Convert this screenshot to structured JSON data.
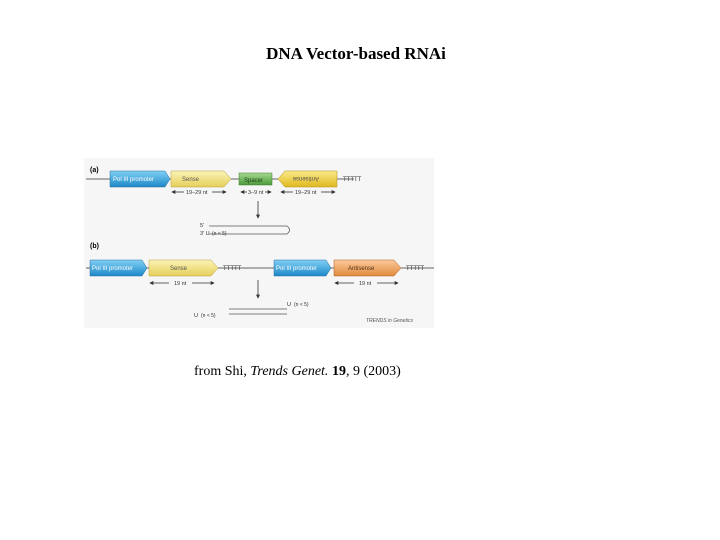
{
  "slide": {
    "title": "DNA Vector-based RNAi"
  },
  "figure": {
    "panel_a": {
      "label": "(a)",
      "promoter": "Pol III promoter",
      "sense": "Sense",
      "spacer": "Spacer",
      "antisense": "Antisense",
      "terminator": "TTTTT",
      "len_left": "19–29 nt",
      "len_spacer": "3–9 nt",
      "len_right": "19–29 nt",
      "hairpin_label": "3' U",
      "hairpin_n": "(n < 5)"
    },
    "panel_b": {
      "label": "(b)",
      "promoter1": "Pol III promoter",
      "sense": "Sense",
      "terminator1": "TTTTT",
      "promoter2": "Pol III promoter",
      "antisense": "Antisense",
      "terminator2": "TTTTT",
      "len_left": "19 nt",
      "len_right": "19 nt",
      "duplex_top": "U",
      "duplex_top_n": "(n < 5)",
      "duplex_bottom": "U",
      "duplex_bottom_n": "(n < 5)"
    },
    "credit": "TRENDS in Genetics"
  },
  "caption": {
    "prefix": "from Shi, ",
    "journal": "Trends Genet.",
    "space": " ",
    "volume": "19",
    "rest": ", 9 (2003)"
  },
  "colors": {
    "promoter": "#3aa6dc",
    "sense": "#f2e07a",
    "spacer": "#5fae4e",
    "antisense_a": "#f0d23a",
    "antisense_b": "#f0a060"
  }
}
